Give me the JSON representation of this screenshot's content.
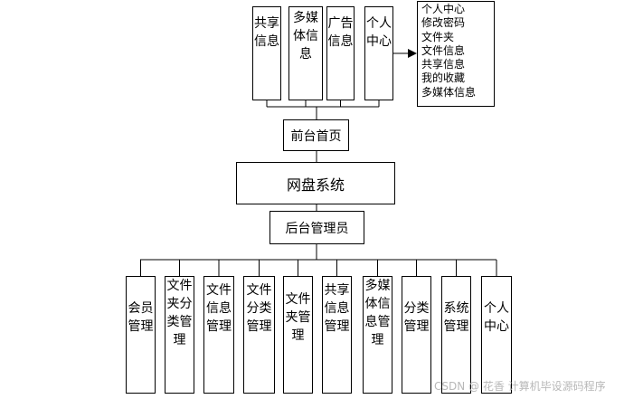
{
  "front_modules": [
    "共享信息",
    "多媒体信息",
    "广告信息",
    "个人中心"
  ],
  "personal_center_items": [
    "个人中心",
    "修改密码",
    "文件夹",
    "文件信息",
    "共享信息",
    "我的收藏",
    "多媒体信息"
  ],
  "front_home": "前台首页",
  "system": "网盘系统",
  "admin": "后台管理员",
  "admin_modules": [
    "会员管理",
    "文件夹分类管理",
    "文件信息管理",
    "文件分类管理",
    "文件夹管理",
    "共享信息管理",
    "多媒体信息管理",
    "分类管理",
    "系统管理",
    "个人中心"
  ],
  "watermark": "CSDN @ 花香 计算机毕设源码程序"
}
